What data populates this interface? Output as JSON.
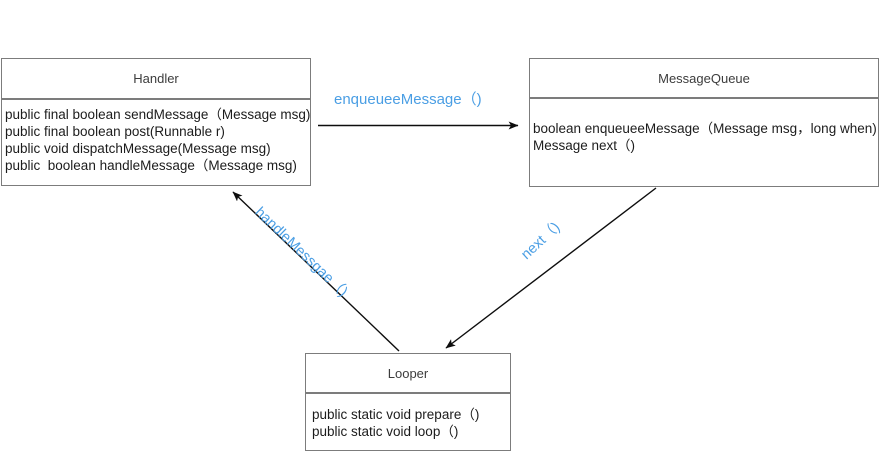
{
  "diagram": {
    "title": "Android Handler / MessageQueue / Looper class diagram",
    "accent_color": "#4a9ee4",
    "border_color": "#7c7c7c",
    "text_color": "#1c1c1c",
    "title_color": "#3c3c3c",
    "background_color": "#ffffff",
    "classes": [
      {
        "id": "handler",
        "name": "Handler",
        "members": [
          "public final boolean sendMessage（Message msg)",
          "public final boolean post(Runnable r)",
          "public void dispatchMessage(Message msg)",
          "public  boolean handleMessage（Message msg)"
        ]
      },
      {
        "id": "messagequeue",
        "name": "MessageQueue",
        "members": [
          "boolean enqueueeMessage（Message msg，long when)",
          "Message next（)"
        ]
      },
      {
        "id": "looper",
        "name": "Looper",
        "members": [
          "public static void prepare（)",
          "public static void loop（)"
        ]
      }
    ],
    "edges": [
      {
        "id": "enqueue",
        "label": "enqueueeMessage（)",
        "from": "Handler",
        "to": "MessageQueue"
      },
      {
        "id": "next",
        "label": "next（)",
        "from": "MessageQueue",
        "to": "Looper"
      },
      {
        "id": "handlemessage",
        "label": "handleMessgae（)",
        "from": "Looper",
        "to": "Handler"
      }
    ]
  }
}
